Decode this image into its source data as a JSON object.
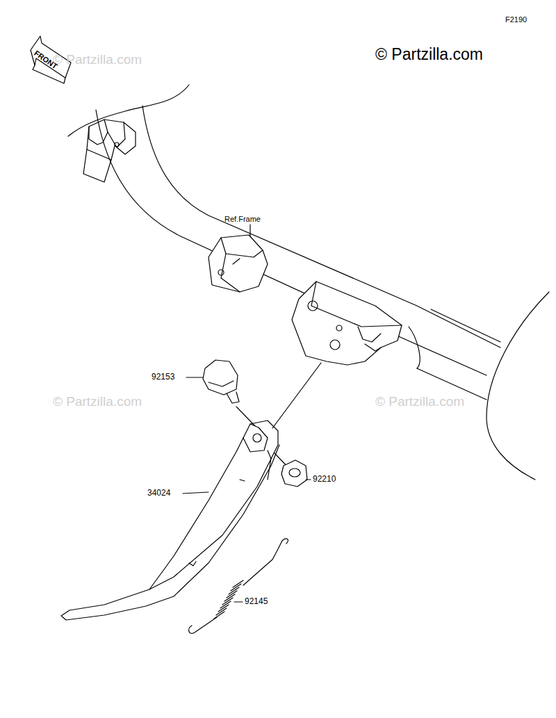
{
  "diagram": {
    "labels": [
      "F2190",
      "FRONT",
      "© Partzilla.com",
      "© Partzilla.com",
      "Ref.Frame",
      "92153",
      "© Partzilla.com",
      "© Partzilla.com",
      "92210",
      "34024",
      "92145"
    ]
  }
}
